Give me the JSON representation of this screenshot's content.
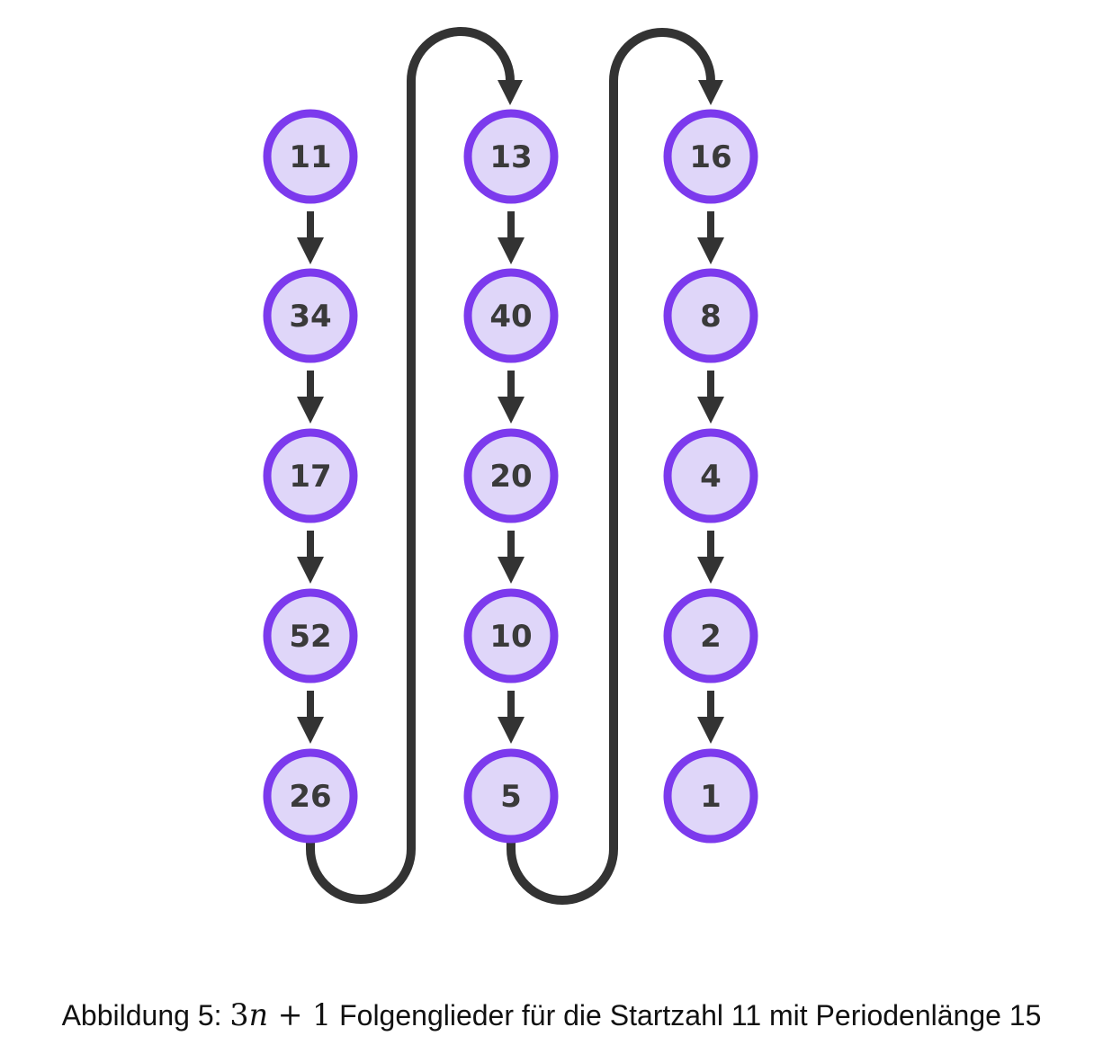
{
  "figure": {
    "type": "sequence-flow-diagram",
    "caption": {
      "prefix": "Abbildung 5:",
      "formula": {
        "coefficient": "3",
        "variable": "n",
        "operator_suffix": "+ 1"
      },
      "description": "Folgenglieder für die Startzahl 11 mit Periodenlänge 15"
    },
    "sequence": [
      "11",
      "34",
      "17",
      "52",
      "26",
      "13",
      "40",
      "20",
      "10",
      "5",
      "16",
      "8",
      "4",
      "2",
      "1"
    ],
    "columns": [
      {
        "values": [
          "11",
          "34",
          "17",
          "52",
          "26"
        ]
      },
      {
        "values": [
          "13",
          "40",
          "20",
          "10",
          "5"
        ]
      },
      {
        "values": [
          "16",
          "8",
          "4",
          "2",
          "1"
        ]
      }
    ],
    "colors": {
      "node_fill": "#DFD6F9",
      "node_stroke": "#7C3AED",
      "node_text": "#3A3A3A",
      "arrow": "#333333",
      "background": "#FFFFFF",
      "caption_text": "#111111"
    }
  }
}
